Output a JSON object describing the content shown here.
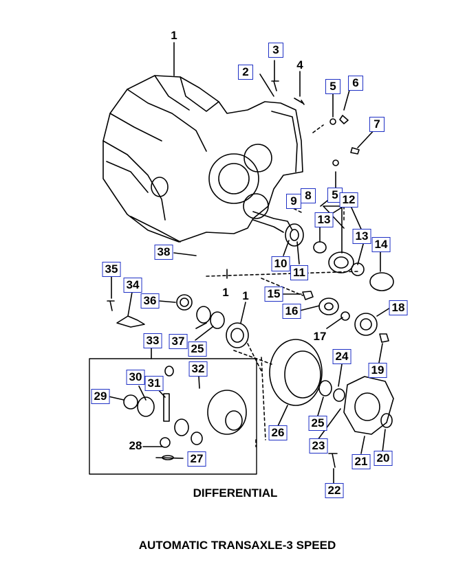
{
  "captions": {
    "section": "DIFFERENTIAL",
    "figure": "AUTOMATIC TRANSAXLE-3 SPEED"
  },
  "callouts": [
    {
      "id": "c1a",
      "text": "1",
      "boxed": false
    },
    {
      "id": "c3",
      "text": "3",
      "boxed": true
    },
    {
      "id": "c2",
      "text": "2",
      "boxed": true
    },
    {
      "id": "c4",
      "text": "4",
      "boxed": false
    },
    {
      "id": "c5a",
      "text": "5",
      "boxed": true
    },
    {
      "id": "c6",
      "text": "6",
      "boxed": true
    },
    {
      "id": "c7",
      "text": "7",
      "boxed": true
    },
    {
      "id": "c8",
      "text": "8",
      "boxed": true
    },
    {
      "id": "c5b",
      "text": "5",
      "boxed": true
    },
    {
      "id": "c12",
      "text": "12",
      "boxed": true
    },
    {
      "id": "c9",
      "text": "9",
      "boxed": true
    },
    {
      "id": "c13a",
      "text": "13",
      "boxed": true
    },
    {
      "id": "c13b",
      "text": "13",
      "boxed": true
    },
    {
      "id": "c14",
      "text": "14",
      "boxed": true
    },
    {
      "id": "c38",
      "text": "38",
      "boxed": true
    },
    {
      "id": "c10",
      "text": "10",
      "boxed": true
    },
    {
      "id": "c11",
      "text": "11",
      "boxed": true
    },
    {
      "id": "c1b",
      "text": "1",
      "boxed": false
    },
    {
      "id": "c35",
      "text": "35",
      "boxed": true
    },
    {
      "id": "c34",
      "text": "34",
      "boxed": true
    },
    {
      "id": "c36",
      "text": "36",
      "boxed": true
    },
    {
      "id": "c1c",
      "text": "1",
      "boxed": false
    },
    {
      "id": "c15",
      "text": "15",
      "boxed": true
    },
    {
      "id": "c16",
      "text": "16",
      "boxed": true
    },
    {
      "id": "c18",
      "text": "18",
      "boxed": true
    },
    {
      "id": "c17",
      "text": "17",
      "boxed": false
    },
    {
      "id": "c37",
      "text": "37",
      "boxed": true
    },
    {
      "id": "c25a",
      "text": "25",
      "boxed": true
    },
    {
      "id": "c33",
      "text": "33",
      "boxed": true
    },
    {
      "id": "c24",
      "text": "24",
      "boxed": true
    },
    {
      "id": "c19",
      "text": "19",
      "boxed": true
    },
    {
      "id": "c32",
      "text": "32",
      "boxed": true
    },
    {
      "id": "c30",
      "text": "30",
      "boxed": true
    },
    {
      "id": "c31",
      "text": "31",
      "boxed": true
    },
    {
      "id": "c29",
      "text": "29",
      "boxed": true
    },
    {
      "id": "c26",
      "text": "26",
      "boxed": true
    },
    {
      "id": "c25b",
      "text": "25",
      "boxed": true
    },
    {
      "id": "c28",
      "text": "28",
      "boxed": false
    },
    {
      "id": "c23",
      "text": "23",
      "boxed": true
    },
    {
      "id": "c27",
      "text": "27",
      "boxed": true
    },
    {
      "id": "c21",
      "text": "21",
      "boxed": true
    },
    {
      "id": "c20",
      "text": "20",
      "boxed": true
    },
    {
      "id": "c22",
      "text": "22",
      "boxed": true
    }
  ]
}
